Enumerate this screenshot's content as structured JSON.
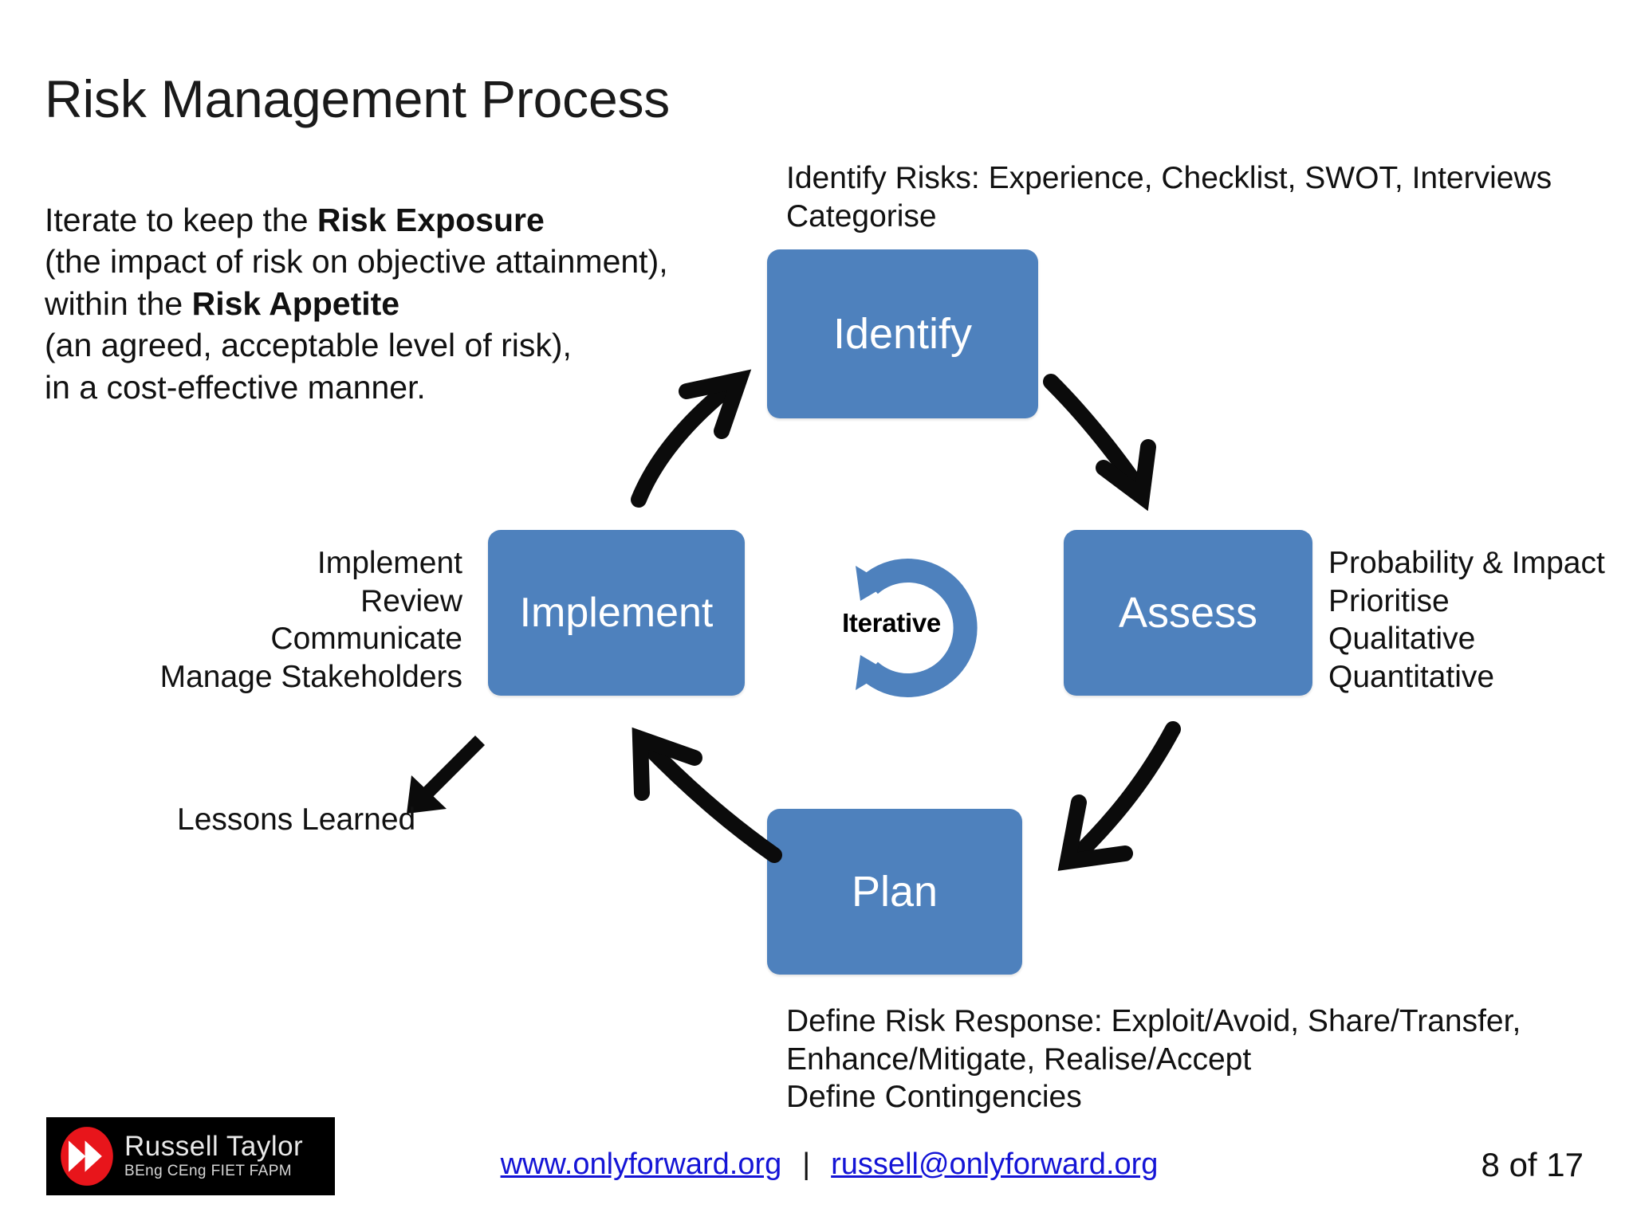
{
  "slide": {
    "title": "Risk Management Process",
    "page_number": "8 of 17"
  },
  "intro": {
    "line1_a": "Iterate to keep the ",
    "line1_b": "Risk Exposure",
    "line2": "(the impact of risk on objective attainment),",
    "line3_a": "within the ",
    "line3_b": "Risk Appetite",
    "line4": "(an agreed, acceptable level of risk),",
    "line5": "in a cost-effective manner."
  },
  "cycle": {
    "center_label": "Iterative",
    "boxes": [
      {
        "id": "identify",
        "label": "Identify"
      },
      {
        "id": "assess",
        "label": "Assess"
      },
      {
        "id": "plan",
        "label": "Plan"
      },
      {
        "id": "implement",
        "label": "Implement"
      }
    ]
  },
  "annotations": {
    "identify": {
      "line1": "Identify Risks: Experience, Checklist, SWOT, Interviews",
      "line2": "Categorise"
    },
    "assess": {
      "line1": "Probability & Impact",
      "line2": "Prioritise",
      "line3": "Qualitative",
      "line4": "Quantitative"
    },
    "implement": {
      "line1": "Implement",
      "line2": "Review",
      "line3": "Communicate",
      "line4": "Manage Stakeholders"
    },
    "plan": {
      "line1": "Define Risk Response: Exploit/Avoid, Share/Transfer,",
      "line2": "Enhance/Mitigate, Realise/Accept",
      "line3": "Define Contingencies"
    },
    "lessons": "Lessons Learned"
  },
  "footer": {
    "website": "www.onlyforward.org",
    "separator": "|",
    "email": "russell@onlyforward.org",
    "logo_name": "Russell Taylor",
    "logo_quals": "BEng CEng FIET FAPM"
  },
  "colors": {
    "box_blue": "#4E81BD",
    "link_blue": "#1414D6",
    "logo_red": "#E8151B",
    "arrow_black": "#0B0B0B"
  }
}
